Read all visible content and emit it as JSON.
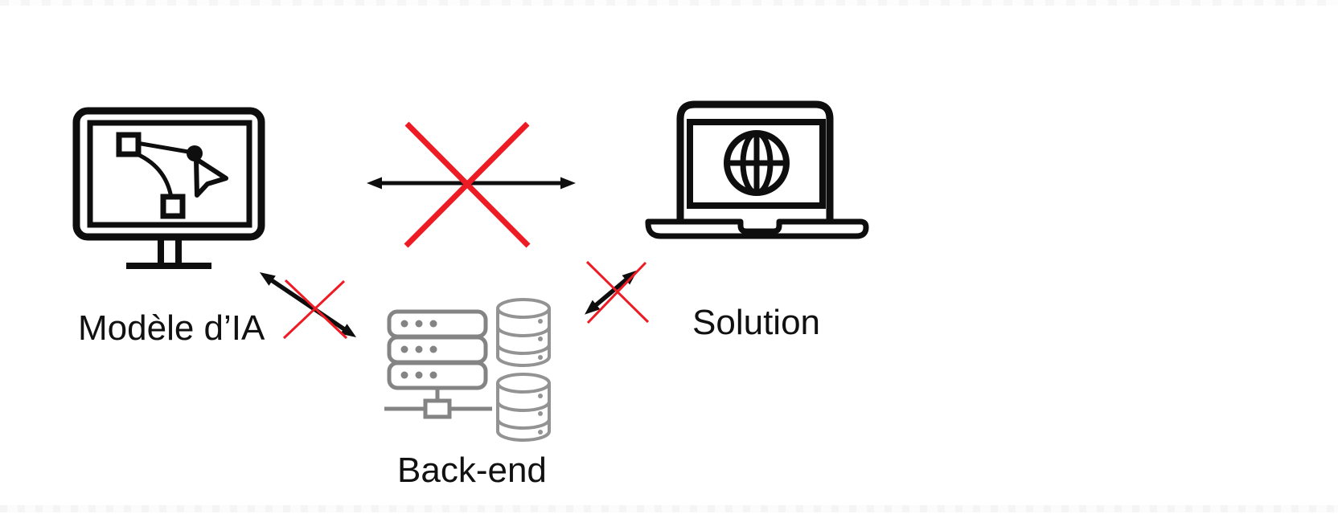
{
  "diagram": {
    "nodes": [
      {
        "id": "ai_model",
        "label": "Modèle d’IA",
        "icon": "monitor-vector-design-icon"
      },
      {
        "id": "back_end",
        "label": "Back-end",
        "icon": "server-databases-icon"
      },
      {
        "id": "solution",
        "label": "Solution",
        "icon": "laptop-globe-icon"
      }
    ],
    "connections": [
      {
        "from": "ai_model",
        "to": "solution",
        "type": "double-headed-arrow",
        "status": "crossed-out"
      },
      {
        "from": "ai_model",
        "to": "back_end",
        "type": "double-headed-arrow",
        "status": "crossed-out"
      },
      {
        "from": "back_end",
        "to": "solution",
        "type": "double-headed-arrow",
        "status": "crossed-out"
      }
    ]
  },
  "colors": {
    "background": "#ffffff",
    "icon_black": "#0e0e0e",
    "cross_red": "#ed1c24",
    "server_gray": "#848484",
    "database_gray": "#939393",
    "text_black": "#111111"
  }
}
